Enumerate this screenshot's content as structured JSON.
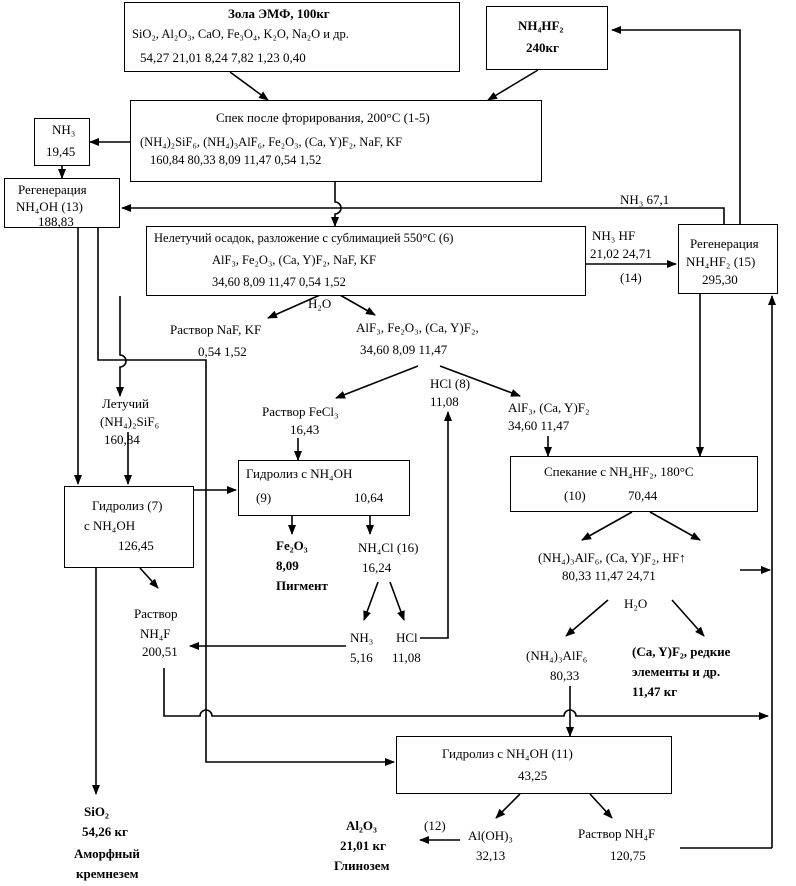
{
  "zola": {
    "title": "Зола ЭМФ, 100кг",
    "components": "SiO₂,   Al₂O₃,  CaO,  Fe₃O₄, K₂O, Na₂O и  др.",
    "values": "54,27 21,01  8,24   7,82   1,23  0,40"
  },
  "nh4hf2_in": {
    "formula": "NH₄HF₂",
    "amount": "240кг"
  },
  "spek": {
    "title": "Спек после фторирования, 200°C (1-5)",
    "components": "(NH₄)₂SiF₆,  (NH₄)₃AlF₆,  Fe₂O₃,   (Ca, Y)F₂,  NaF,   KF",
    "values": "160,84        80,33        8,09       11,47      0,54   1,52"
  },
  "nh3_box": {
    "formula": "NH₃",
    "value": "19,45"
  },
  "regen13": {
    "title": "Регенерация",
    "formula": "NH₄OH  (13)",
    "value": "188,83"
  },
  "nh3_67": "NH₃  67,1",
  "nelet": {
    "title": "Нелетучий осадок, разложение с сублимацией 550°C  (6)",
    "components": "AlF₃,    Fe₂O₃,   (Ca, Y)F₂,  NaF,  KF",
    "values": "34,60     8,09      11,47      0,54   1,52"
  },
  "flow14": {
    "line1": "NH₃   HF",
    "line2": "21,02  24,71",
    "step": "(14)"
  },
  "regen15": {
    "title": "Регенерация",
    "formula": "NH₄HF₂  (15)",
    "value": "295,30"
  },
  "h2o_1": "H₂O",
  "nafkf": {
    "label": "Раствор NaF,  KF",
    "values": "0,54   1,52"
  },
  "mix1": {
    "components": "AlF₃,    Fe₂O₃,   (Ca, Y)F₂,",
    "values": "34,60     8,09      11,47"
  },
  "hcl8": {
    "label": "HCl (8)",
    "value": "11,08"
  },
  "fecl3": {
    "label": "Раствор FeCl₃",
    "value": "16,43"
  },
  "alf3cay": {
    "label": "AlF₃, (Ca, Y)F₂",
    "values": "34,60  11,47"
  },
  "letuchiy": {
    "label": "Летучий",
    "formula": "(NH₄)₂SiF₆",
    "value": "160,84"
  },
  "hydro9": {
    "title": "Гидролиз с NH₄OH",
    "step": "(9)",
    "value": "10,64"
  },
  "spekanie10": {
    "title": "Спекание с NH₄HF₂, 180°C",
    "step": "(10)",
    "value": "70,44"
  },
  "hydro7": {
    "title": "Гидролиз (7)",
    "formula": "с NH₄OH",
    "value": "126,45"
  },
  "pigment": {
    "formula": "Fe₂O₃",
    "value": "8,09",
    "label": "Пигмент"
  },
  "nh4cl": {
    "label": "NH₄Cl (16)",
    "value": "16,24"
  },
  "mix2": {
    "components": "(NH₄)₃AlF₆,   (Ca, Y)F₂,    HF↑",
    "values": "80,33          11,47        24,71"
  },
  "rastvor_nh4f1": {
    "label": "Раствор",
    "formula": "NH₄F",
    "value": "200,51"
  },
  "h2o_2": "H₂O",
  "nh3_516": {
    "formula": "NH₃",
    "value": "5,16"
  },
  "hcl_1108": {
    "formula": "HCl",
    "value": "11,08"
  },
  "nh4alf6": {
    "formula": "(NH₄)₃AlF₆",
    "value": "80,33"
  },
  "cay_rare": {
    "line1": "(Ca, Y)F₂, редкие",
    "line2": "элементы и др.",
    "line3": "11,47 кг"
  },
  "hydro11": {
    "title": "Гидролиз  с NH₄OH (11)",
    "value": "43,25"
  },
  "sio2": {
    "formula": "SiO₂",
    "value": "54,26 кг",
    "line3": "Аморфный",
    "line4": "кремнезем"
  },
  "al2o3": {
    "formula": "Al₂O₃",
    "value": "21,01 кг",
    "label": "Глинозем"
  },
  "step12": "(12)",
  "aloh3": {
    "formula": "Al(OH)₃",
    "value": "32,13"
  },
  "rastvor_nh4f2": {
    "label": "Раствор  NH₄F",
    "value": "120,75"
  }
}
